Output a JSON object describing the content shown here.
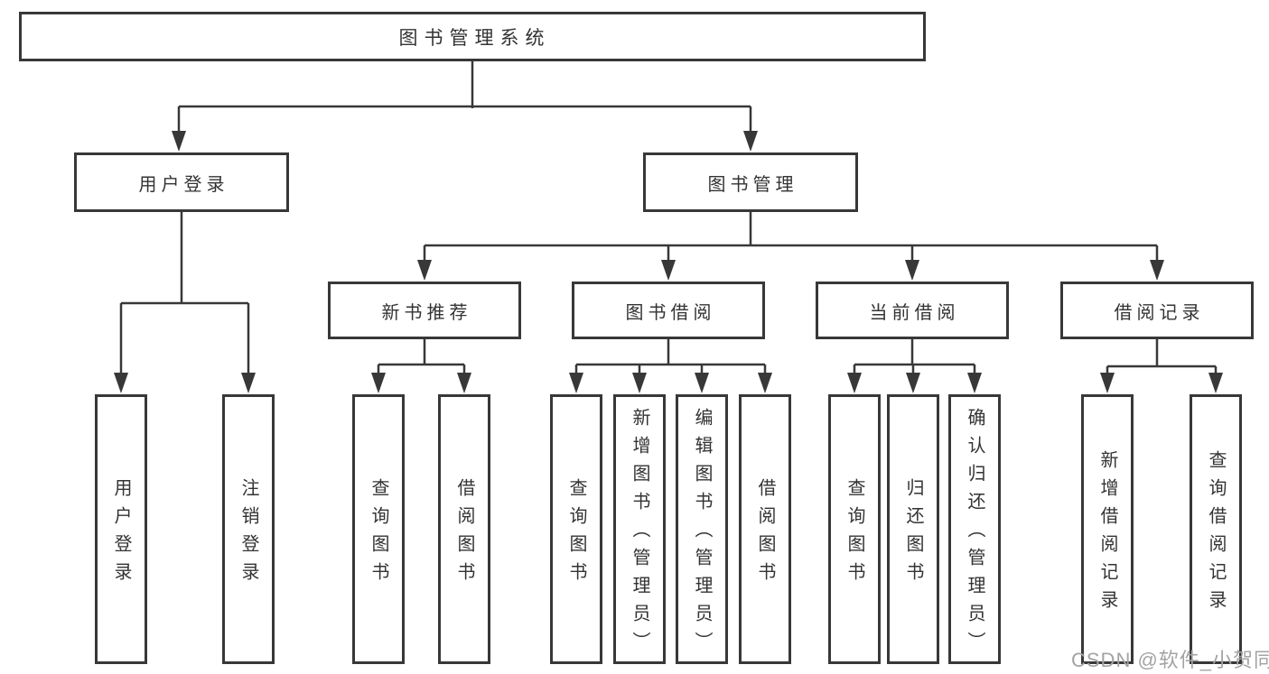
{
  "diagram": {
    "tree": {
      "label": "图书管理系统",
      "children": [
        {
          "label": "用户登录",
          "children": [
            {
              "label": "用户登录"
            },
            {
              "label": "注销登录"
            }
          ]
        },
        {
          "label": "图书管理",
          "children": [
            {
              "label": "新书推荐",
              "children": [
                {
                  "label": "查询图书"
                },
                {
                  "label": "借阅图书"
                }
              ]
            },
            {
              "label": "图书借阅",
              "children": [
                {
                  "label": "查询图书"
                },
                {
                  "label": "新增图书（管理员）"
                },
                {
                  "label": "编辑图书（管理员）"
                },
                {
                  "label": "借阅图书"
                }
              ]
            },
            {
              "label": "当前借阅",
              "children": [
                {
                  "label": "查询图书"
                },
                {
                  "label": "归还图书"
                },
                {
                  "label": "确认归还（管理员）"
                }
              ]
            },
            {
              "label": "借阅记录",
              "children": [
                {
                  "label": "新增借阅记录"
                },
                {
                  "label": "查询借阅记录"
                }
              ]
            }
          ]
        }
      ]
    }
  },
  "watermark": {
    "text": "CSDN @软件_小贺同学"
  },
  "colors": {
    "line": "#383838",
    "box_border": "#383838",
    "text": "#333333",
    "watermark": "#a3a3a3",
    "background": "#ffffff"
  }
}
